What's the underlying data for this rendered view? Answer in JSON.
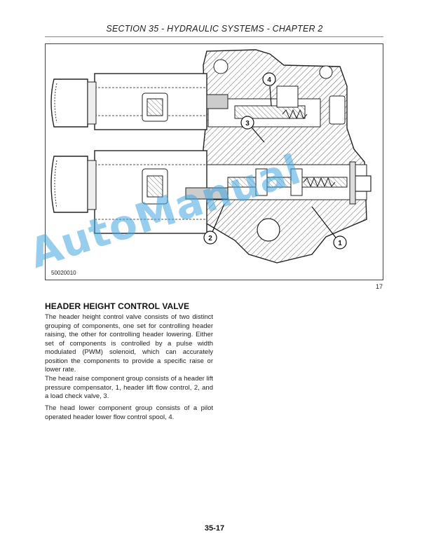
{
  "header": {
    "section_title": "SECTION 35 - HYDRAULIC SYSTEMS - CHAPTER 2"
  },
  "figure": {
    "code": "50020010",
    "number": "17",
    "callouts": [
      "1",
      "2",
      "3",
      "4"
    ]
  },
  "article": {
    "title": "HEADER HEIGHT CONTROL VALVE",
    "paragraphs": [
      "The header height control valve consists of two distinct grouping of components, one set for controlling header raising, the other for controlling header lowering. Either set of components is controlled by a pulse width modulated (PWM) solenoid, which can accurately position the components to provide a specific raise or lower rate.",
      "The head raise component group consists of a header lift pressure compensator, 1, header lift flow control, 2, and a load check valve, 3.",
      "The head lower component group consists of a pilot operated header lower flow control spool, 4."
    ]
  },
  "footer": {
    "page_number": "35-17"
  },
  "watermark": {
    "text": "AutoManual"
  },
  "colors": {
    "watermark": "#43a7e0",
    "rule": "#888888",
    "text": "#222222"
  }
}
